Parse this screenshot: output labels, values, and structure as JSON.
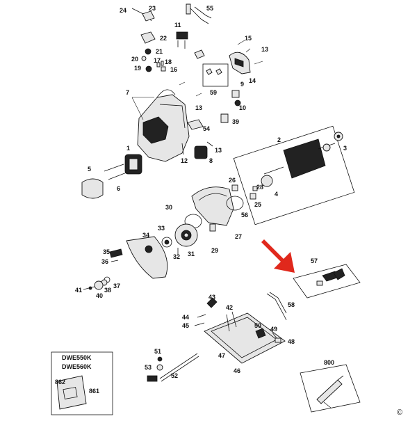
{
  "labels": {
    "p1": "1",
    "p2": "2",
    "p3": "3",
    "p4": "4",
    "p5": "5",
    "p6": "6",
    "p7": "7",
    "p8": "8",
    "p9": "9",
    "p10": "10",
    "p11": "11",
    "p12": "12",
    "p13a": "13",
    "p13b": "13",
    "p13c": "13",
    "p14": "14",
    "p15": "15",
    "p16": "16",
    "p17": "17",
    "p18": "18",
    "p19": "19",
    "p20": "20",
    "p21": "21",
    "p22": "22",
    "p23": "23",
    "p24": "24",
    "p25": "25",
    "p26": "26",
    "p27": "27",
    "p28": "28",
    "p29": "29",
    "p30": "30",
    "p31": "31",
    "p32": "32",
    "p33": "33",
    "p34": "34",
    "p35": "35",
    "p36": "36",
    "p37": "37",
    "p38": "38",
    "p39": "39",
    "p40": "40",
    "p41": "41",
    "p42": "42",
    "p43": "43",
    "p44": "44",
    "p45": "45",
    "p46": "46",
    "p47": "47",
    "p48": "48",
    "p49": "49",
    "p50": "50",
    "p51": "51",
    "p52": "52",
    "p53": "53",
    "p54": "54",
    "p55": "55",
    "p56": "56",
    "p57": "57",
    "p58": "58",
    "p59": "59",
    "p800": "800",
    "p861": "861",
    "p862": "862"
  },
  "kit": {
    "model1": "DWE550K",
    "model2": "DWE560K"
  },
  "copyright": "©",
  "colors": {
    "arrow": "#e0281c",
    "line": "#111111",
    "part_fill": "#e6e6e6"
  }
}
